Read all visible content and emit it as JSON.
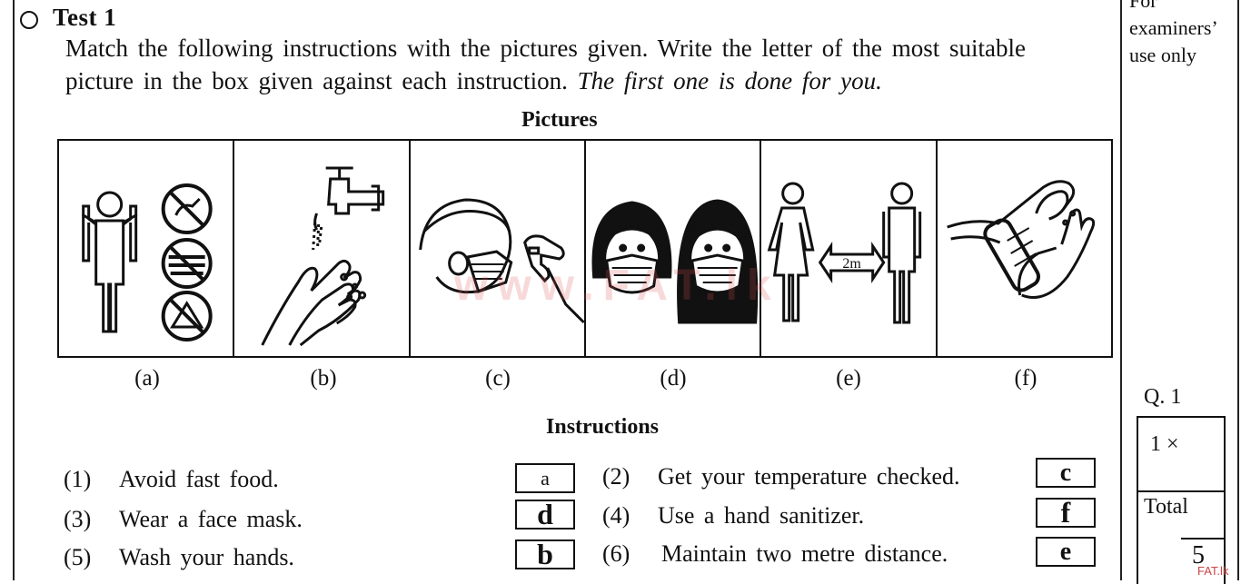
{
  "test": {
    "title": "Test 1",
    "instruction_line1": "Match the following instructions with the pictures given. Write the letter of the most suitable",
    "instruction_line2": "picture in the box given against each instruction.",
    "instruction_italic": "The first one is done for you."
  },
  "pictures": {
    "heading": "Pictures",
    "labels": [
      "(a)",
      "(b)",
      "(c)",
      "(d)",
      "(e)",
      "(f)"
    ],
    "distance_text": "2m"
  },
  "instructions": {
    "heading": "Instructions",
    "items": [
      {
        "num": "(1)",
        "text": "Avoid fast food.",
        "answer": "a"
      },
      {
        "num": "(2)",
        "text": "Get your temperature checked.",
        "answer": "c"
      },
      {
        "num": "(3)",
        "text": "Wear a face mask.",
        "answer": "d"
      },
      {
        "num": "(4)",
        "text": "Use a hand sanitizer.",
        "answer": "f"
      },
      {
        "num": "(5)",
        "text": "Wash your hands.",
        "answer": "b"
      },
      {
        "num": "(6)",
        "text": "Maintain two metre distance.",
        "answer": "e"
      }
    ]
  },
  "examiner": {
    "line1": "For",
    "line2": "examiners’",
    "line3": "use only",
    "question_label": "Q. 1",
    "multiplier": "1 ×",
    "total_label": "Total",
    "total_value": "5"
  },
  "watermark": "www.FAT.lk",
  "corner_mark": "FAT.lk"
}
